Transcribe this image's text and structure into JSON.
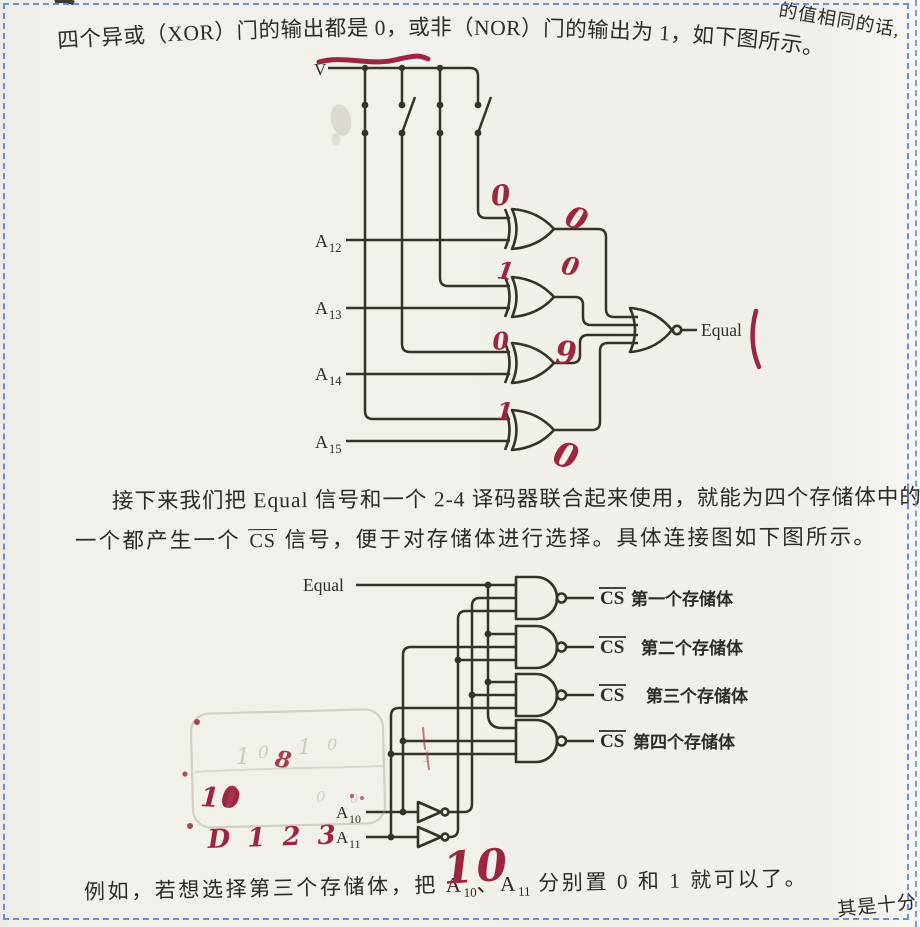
{
  "colors": {
    "paper": "#f1efe9",
    "ink": "#2c2a25",
    "wire": "#35322b",
    "red_ink": "#9c2640",
    "pencil": "#a39d90",
    "border_blue": "#4f81d0"
  },
  "corner_notes": {
    "top_right": "的值相同的话,",
    "bottom_right": "其是十分"
  },
  "text": {
    "top_line": "四个异或（XOR）门的输出都是 0，或非（NOR）门的输出为 1，如下图所示。",
    "para_line1": "接下来我们把 Equal 信号和一个 2-4 译码器联合起来使用，就能为四个存储体中的",
    "para_line2_pre": "一个都产生一个 ",
    "para_line2_cs": "CS",
    "para_line2_post": " 信号，便于对存储体进行选择。具体连接图如下图所示。",
    "bottom_pre": "例如，若想选择第三个存储体，把 A",
    "bottom_sub1": "10",
    "bottom_mid": "、A",
    "bottom_sub2": "11",
    "bottom_post": " 分别置 0 和 1 就可以了。"
  },
  "circuit1": {
    "power_label": "V",
    "inputs": [
      {
        "base": "A",
        "sub": "12"
      },
      {
        "base": "A",
        "sub": "13"
      },
      {
        "base": "A",
        "sub": "14"
      },
      {
        "base": "A",
        "sub": "15"
      }
    ],
    "output_label": "Equal",
    "annotations": {
      "xor1_in": "0",
      "xor1_out": "0",
      "xor2_in": "1",
      "xor2_out": "0",
      "xor3_in": "0",
      "xor3_out": "9",
      "xor4_in": "1",
      "xor4_out": "0"
    }
  },
  "circuit2": {
    "input_label": "Equal",
    "address_inputs": [
      {
        "base": "A",
        "sub": "10"
      },
      {
        "base": "A",
        "sub": "11"
      }
    ],
    "outputs": [
      {
        "cs": "CS",
        "name": "第一个存储体"
      },
      {
        "cs": "CS",
        "name": "第二个存储体"
      },
      {
        "cs": "CS",
        "name": "第三个存储体"
      },
      {
        "cs": "CS",
        "name": "第四个存储体"
      }
    ],
    "handwriting": {
      "left_mark": "10",
      "d_row": "D 1 2 3",
      "small_mark": "8",
      "big_mark": "10"
    }
  }
}
